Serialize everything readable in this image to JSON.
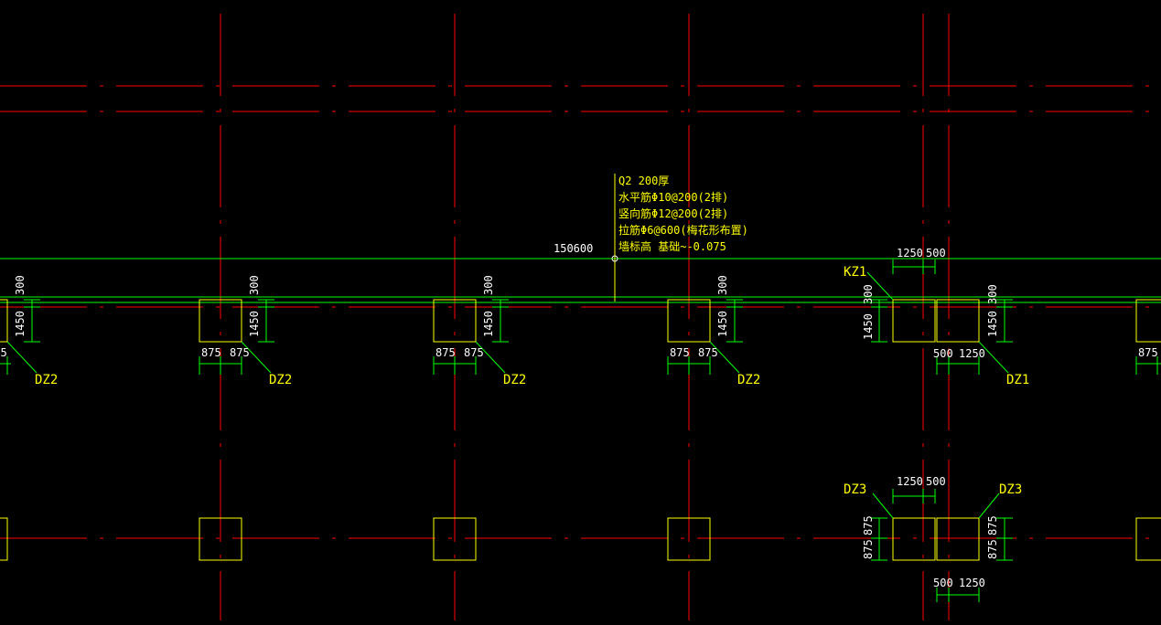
{
  "drawing": {
    "wall_note": {
      "lines": [
        "Q2 200厚",
        "水平筋Φ10@200(2排)",
        "竖向筋Φ12@200(2排)",
        "拉筋Φ6@600(梅花形布置)",
        "墙标高 基础~-0.075"
      ]
    },
    "wall_length_label": "150600",
    "dims": {
      "d300": "300",
      "d1450": "1450",
      "d875": "875",
      "d1250": "1250",
      "d500": "500"
    },
    "labels": {
      "dz2": "DZ2",
      "dz1": "DZ1",
      "kz1": "KZ1",
      "dz3": "DZ3"
    },
    "colors": {
      "background": "#000000",
      "axis": "#ff0000",
      "wall": "#00ff00",
      "column": "#ffff00",
      "dimension": "#00ff00",
      "text": "#ffffff",
      "label": "#ffff00"
    }
  }
}
